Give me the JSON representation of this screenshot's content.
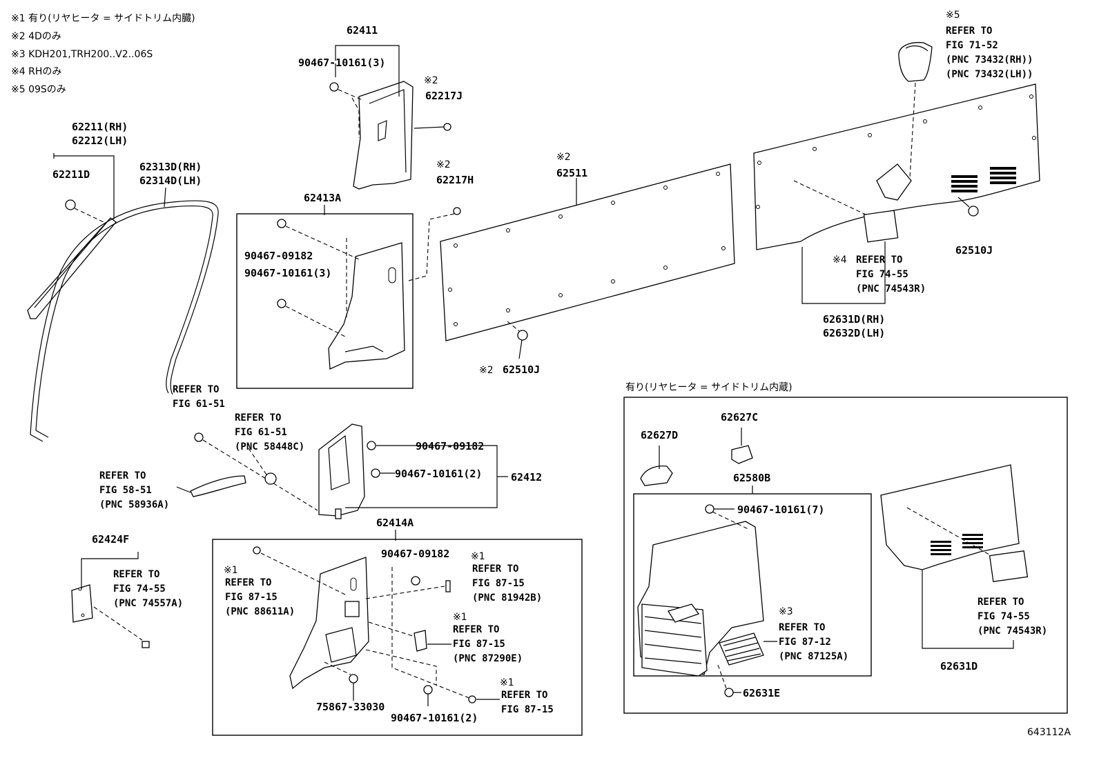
{
  "notes": [
    "※1 有り(リヤヒータ = サイドトリム内臓)",
    "※2 4Dのみ",
    "※3 KDH201,TRH200..V2..06S",
    "※4 RHのみ",
    "※5 09Sのみ"
  ],
  "marks": {
    "m1": "※1",
    "m2": "※2",
    "m3": "※3",
    "m4": "※4",
    "m5": "※5"
  },
  "labels": {
    "p62211": "62211(RH)",
    "p62212": "62212(LH)",
    "p62211d": "62211D",
    "p62313d": "62313D(RH)",
    "p62314d": "62314D(LH)",
    "p62411": "62411",
    "p90467_10161_3": "90467-10161(3)",
    "p62217j": "62217J",
    "p62413a": "62413A",
    "p90467_09182": "90467-09182",
    "p62217h": "62217H",
    "p62511": "62511",
    "p62510j": "62510J",
    "p62631d_rh": "62631D(RH)",
    "p62632d_lh": "62632D(LH)",
    "p90467_10161_2": "90467-10161(2)",
    "p62412": "62412",
    "p62424f": "62424F",
    "p62414a": "62414A",
    "p75867_33030": "75867-33030",
    "p62627d": "62627D",
    "p62627c": "62627C",
    "p62580b": "62580B",
    "p90467_10161_7": "90467-10161(7)",
    "p62631e": "62631E",
    "p62631d": "62631D"
  },
  "refs": {
    "fig7152": [
      "REFER TO",
      "FIG 71-52",
      "(PNC 73432(RH))",
      "(PNC 73432(LH))"
    ],
    "fig7455a": [
      "REFER TO",
      "FIG 74-55",
      "(PNC 74543R)"
    ],
    "fig6151a": [
      "REFER TO",
      "FIG 61-51"
    ],
    "fig6151b": [
      "REFER TO",
      "FIG 61-51",
      "(PNC 58448C)"
    ],
    "fig5851": [
      "REFER TO",
      "FIG 58-51",
      "(PNC 58936A)"
    ],
    "fig7455b": [
      "REFER TO",
      "FIG 74-55",
      "(PNC 74557A)"
    ],
    "fig8715a": [
      "REFER TO",
      "FIG 87-15",
      "(PNC 88611A)"
    ],
    "fig8715b": [
      "REFER TO",
      "FIG 87-15",
      "(PNC 81942B)"
    ],
    "fig8715c": [
      "REFER TO",
      "FIG 87-15",
      "(PNC 87290E)"
    ],
    "fig8715d": [
      "REFER TO",
      "FIG 87-15"
    ],
    "fig8712": [
      "REFER TO",
      "FIG 87-12",
      "(PNC 87125A)"
    ],
    "fig7455c": [
      "REFER TO",
      "FIG 74-55",
      "(PNC 74543R)"
    ]
  },
  "heater_box": {
    "title": "有り(リヤヒータ = サイドトリム内蔵)"
  },
  "figure_id": "643112A"
}
